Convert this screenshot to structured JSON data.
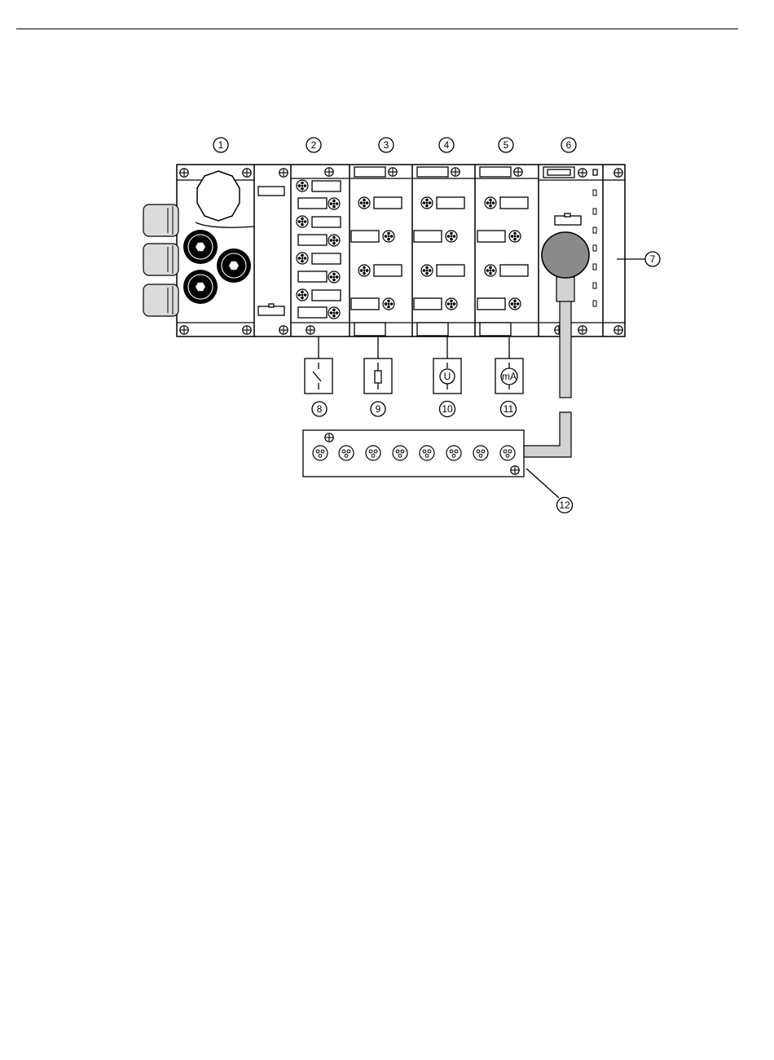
{
  "diagram": {
    "callouts": [
      {
        "id": "1",
        "text": "1"
      },
      {
        "id": "2",
        "text": "2"
      },
      {
        "id": "3",
        "text": "3"
      },
      {
        "id": "4",
        "text": "4"
      },
      {
        "id": "5",
        "text": "5"
      },
      {
        "id": "6",
        "text": "6"
      },
      {
        "id": "7",
        "text": "7"
      },
      {
        "id": "8",
        "text": "8"
      },
      {
        "id": "9",
        "text": "9"
      },
      {
        "id": "10",
        "text": "10"
      },
      {
        "id": "11",
        "text": "11"
      },
      {
        "id": "12",
        "text": "12"
      }
    ],
    "voltmeter_label": "U",
    "ammeter_label": "mA",
    "colors": {
      "line": "#000000",
      "cable": "#d2d2d2",
      "gland": "#dcdcdc",
      "plug": "#8a8a8a",
      "background": "#ffffff"
    }
  }
}
